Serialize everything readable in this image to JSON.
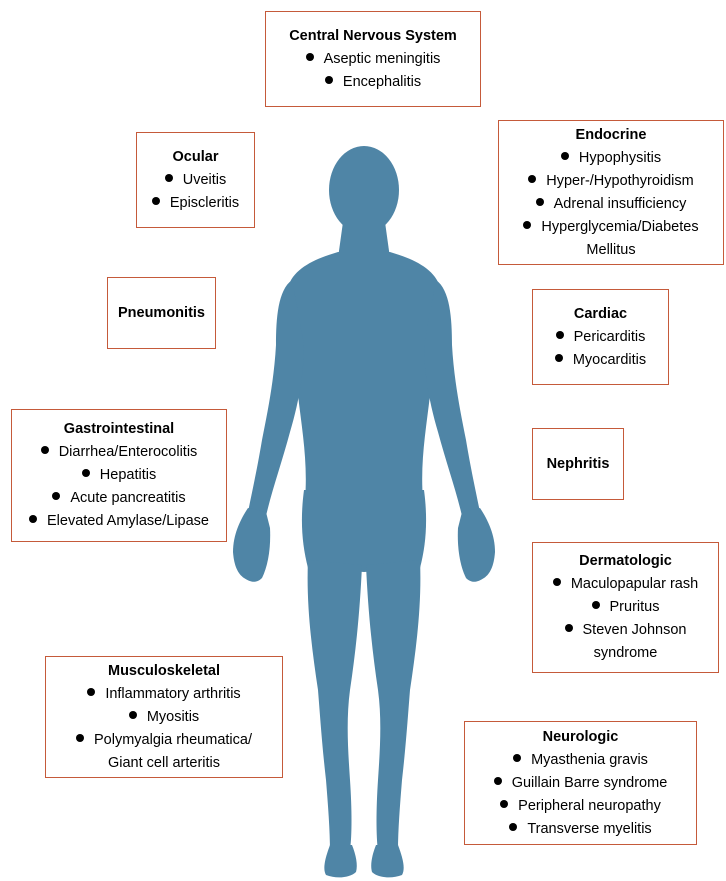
{
  "colors": {
    "silhouette": "#4f85a6",
    "border": "#c55a3a"
  },
  "boxes": {
    "cns": {
      "title": "Central Nervous System",
      "items": [
        "Aseptic meningitis",
        "Encephalitis"
      ]
    },
    "ocular": {
      "title": "Ocular",
      "items": [
        "Uveitis",
        "Episcleritis"
      ]
    },
    "endocrine": {
      "title": "Endocrine",
      "items": [
        "Hypophysitis",
        "Hyper-/Hypothyroidism",
        "Adrenal insufficiency",
        "Hyperglycemia/Diabetes"
      ],
      "continuation": "Mellitus"
    },
    "pneumonitis": {
      "title": "Pneumonitis"
    },
    "cardiac": {
      "title": "Cardiac",
      "items": [
        "Pericarditis",
        "Myocarditis"
      ]
    },
    "gastrointestinal": {
      "title": "Gastrointestinal",
      "items": [
        "Diarrhea/Enterocolitis",
        "Hepatitis",
        "Acute pancreatitis",
        "Elevated Amylase/Lipase"
      ]
    },
    "nephritis": {
      "title": "Nephritis"
    },
    "dermatologic": {
      "title": "Dermatologic",
      "items": [
        "Maculopapular rash",
        "Pruritus",
        "Steven Johnson"
      ],
      "continuation": "syndrome"
    },
    "musculoskeletal": {
      "title": "Musculoskeletal",
      "items": [
        "Inflammatory arthritis",
        "Myositis",
        "Polymyalgia rheumatica/"
      ],
      "continuation": "Giant cell arteritis"
    },
    "neurologic": {
      "title": "Neurologic",
      "items": [
        "Myasthenia gravis",
        "Guillain Barre syndrome",
        "Peripheral neuropathy",
        "Transverse myelitis"
      ]
    }
  }
}
